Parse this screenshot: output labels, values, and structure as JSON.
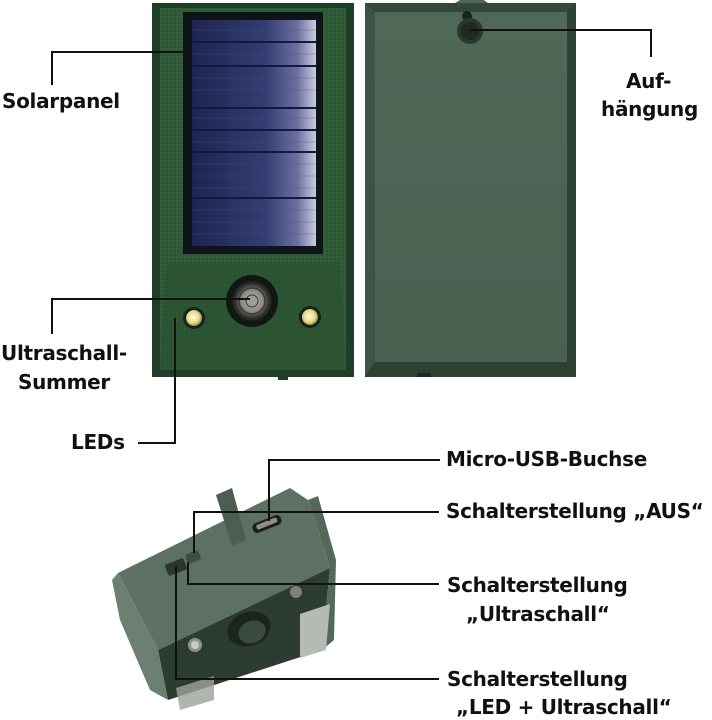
{
  "figure": {
    "type": "product-annotation-diagram",
    "language": "de",
    "views": [
      {
        "name": "front-view",
        "description": "Front of green device with solar panel, ultrasonic buzzer and two LEDs"
      },
      {
        "name": "back-view",
        "description": "Back of green device with keyhole hanger"
      },
      {
        "name": "bottom-view",
        "description": "Angled bottom/side view with switch and Micro-USB port"
      }
    ],
    "colors": {
      "device_green": "#2e5535",
      "device_green_dark": "#1f3e26",
      "back_green": "#4a6153",
      "solar_blue": "#2b3160",
      "led_yellow": "#e9e09a",
      "callout_line": "#111111"
    }
  },
  "labels": {
    "solarpanel": "Solarpanel",
    "aufhaengung_1": "Auf-",
    "aufhaengung_2": "hängung",
    "ultraschall_1": "Ultraschall-",
    "ultraschall_2": "Summer",
    "leds": "LEDs",
    "micro_usb": "Micro-USB-Buchse",
    "schalter_aus": "Schalterstellung „AUS“",
    "schalter_us_1": "Schalterstellung",
    "schalter_us_2": "„Ultraschall“",
    "schalter_led_1": "Schalterstellung",
    "schalter_led_2": "„LED + Ultraschall“"
  }
}
